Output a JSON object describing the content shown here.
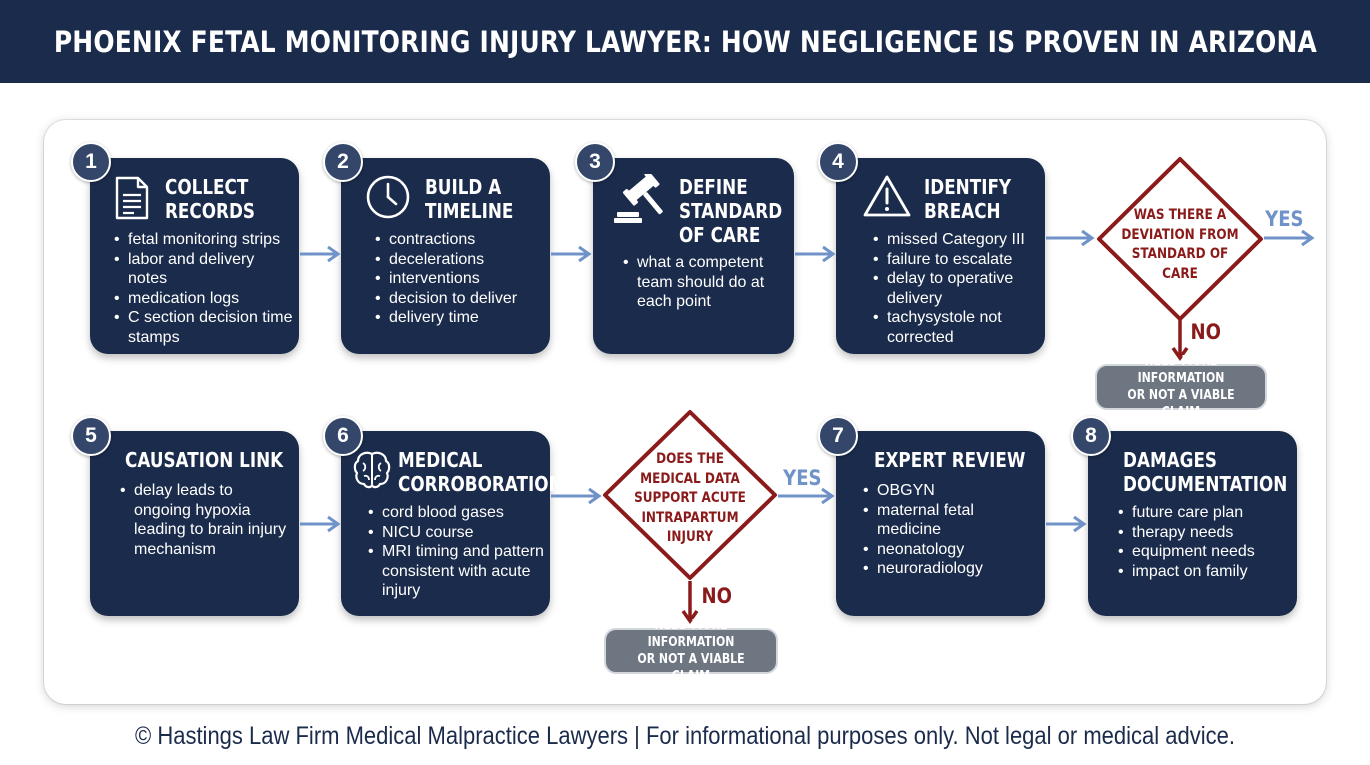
{
  "title": "PHOENIX FETAL MONITORING INJURY LAWYER: HOW NEGLIGENCE IS PROVEN IN ARIZONA",
  "steps": [
    {
      "number": "1",
      "title": [
        "COLLECT",
        "RECORDS"
      ],
      "icon": "document-icon",
      "items": [
        "fetal monitoring strips",
        "labor and delivery notes",
        "medication logs",
        "C section decision time stamps"
      ]
    },
    {
      "number": "2",
      "title": [
        "BUILD A",
        "TIMELINE"
      ],
      "icon": "clock-icon",
      "items": [
        "contractions",
        "decelerations",
        "interventions",
        "decision to deliver",
        "delivery time"
      ]
    },
    {
      "number": "3",
      "title": [
        "DEFINE",
        "STANDARD",
        "OF CARE"
      ],
      "icon": "gavel-icon",
      "items": [
        "what a competent team should do at each point"
      ]
    },
    {
      "number": "4",
      "title": [
        "IDENTIFY",
        "BREACH"
      ],
      "icon": "warning-icon",
      "items": [
        "missed Category III",
        "failure to escalate",
        "delay to operative delivery",
        "tachysystole not corrected"
      ]
    },
    {
      "number": "5",
      "title": [
        "CAUSATION LINK"
      ],
      "icon": "",
      "items": [
        "delay leads to ongoing hypoxia leading to brain injury mechanism"
      ]
    },
    {
      "number": "6",
      "title": [
        "MEDICAL",
        "CORROBORATION"
      ],
      "icon": "brain-icon",
      "items": [
        "cord blood gases",
        "NICU course",
        "MRI timing and pattern consistent with acute injury"
      ]
    },
    {
      "number": "7",
      "title": [
        "EXPERT REVIEW"
      ],
      "icon": "",
      "items": [
        "OBGYN",
        "maternal fetal medicine",
        "neonatology",
        "neuroradiology"
      ]
    },
    {
      "number": "8",
      "title": [
        "DAMAGES",
        "DOCUMENTATION"
      ],
      "icon": "",
      "items": [
        "future care plan",
        "therapy needs",
        "equipment needs",
        "impact on family"
      ]
    }
  ],
  "decisions": [
    {
      "question": [
        "WAS THERE A",
        "DEVIATION FROM",
        "STANDARD OF",
        "CARE"
      ],
      "yes": "YES",
      "no": "NO",
      "no_outcome": [
        "NEED MORE INFORMATION",
        "OR NOT A VIABLE CLAIM"
      ]
    },
    {
      "question": [
        "DOES THE",
        "MEDICAL DATA",
        "SUPPORT ACUTE",
        "INTRAPARTUM",
        "INJURY"
      ],
      "yes": "YES",
      "no": "NO",
      "no_outcome": [
        "NEED MORE INFORMATION",
        "OR NOT A VIABLE CLAIM"
      ]
    }
  ],
  "footer": "© Hastings Law Firm Medical Malpractice Lawyers | For informational purposes only. Not legal or medical advice.",
  "colors": {
    "navy": "#1b2b4b",
    "accent_red": "#8b1a1a",
    "arrow_blue": "#6f93c8",
    "badge": "#34476a",
    "pill_gray": "#6e7682"
  }
}
